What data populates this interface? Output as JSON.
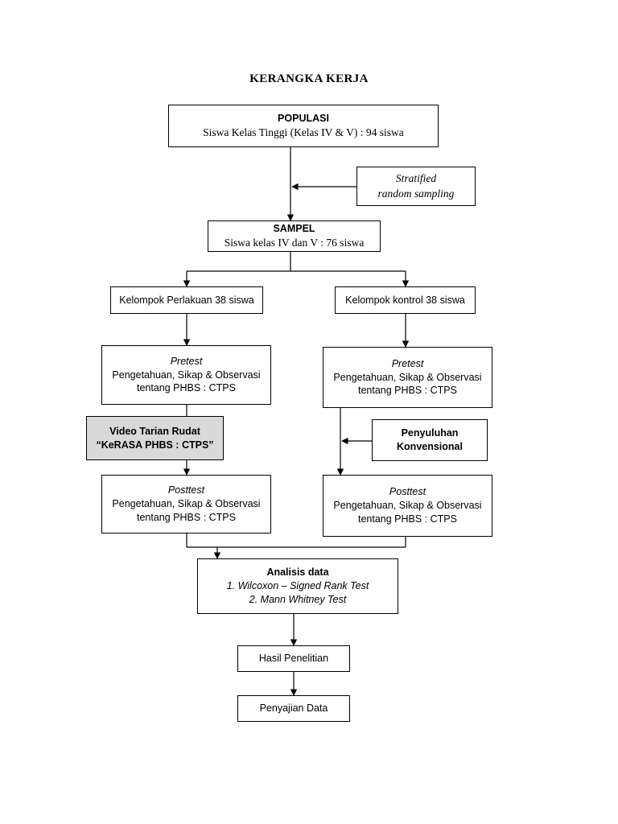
{
  "page": {
    "title": "KERANGKA KERJA"
  },
  "nodes": {
    "populasi": {
      "line1": "POPULASI",
      "line2": "Siswa Kelas Tinggi (Kelas IV & V) : 94 siswa"
    },
    "sampling": {
      "line1": "Stratified",
      "line2": "random sampling"
    },
    "sampel": {
      "line1": "SAMPEL",
      "line2": "Siswa kelas IV dan V : 76 siswa"
    },
    "kelompok_perlakuan": {
      "line1": "Kelompok Perlakuan 38 siswa"
    },
    "kelompok_kontrol": {
      "line1": "Kelompok kontrol 38 siswa"
    },
    "pretest_perlakuan": {
      "line1": "Pretest",
      "line2": "Pengetahuan, Sikap & Observasi",
      "line3": "tentang PHBS : CTPS"
    },
    "pretest_kontrol": {
      "line1": "Pretest",
      "line2": "Pengetahuan, Sikap & Observasi",
      "line3": "tentang  PHBS : CTPS"
    },
    "video": {
      "line1": "Video Tarian Rudat",
      "line2": "“KeRASA PHBS : CTPS”"
    },
    "penyuluhan": {
      "line1": "Penyuluhan",
      "line2": "Konvensional"
    },
    "posttest_perlakuan": {
      "line1": "Posttest",
      "line2": "Pengetahuan, Sikap & Observasi",
      "line3": "tentang PHBS : CTPS"
    },
    "posttest_kontrol": {
      "line1": "Posttest",
      "line2": "Pengetahuan, Sikap & Observasi",
      "line3": "tentang  PHBS : CTPS"
    },
    "analisis": {
      "line1": "Analisis data",
      "line2": "1. Wilcoxon – Signed Rank Test",
      "line3": "2. Mann  Whitney Test"
    },
    "hasil": {
      "line1": "Hasil Penelitian"
    },
    "penyajian": {
      "line1": "Penyajian Data"
    }
  }
}
